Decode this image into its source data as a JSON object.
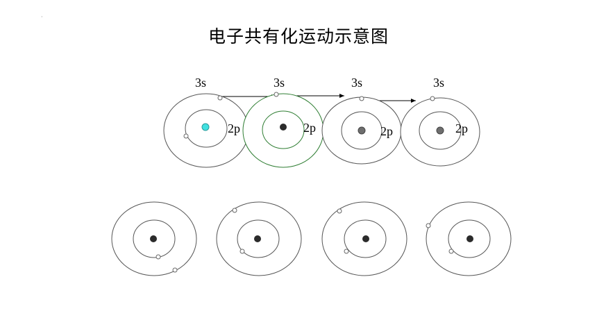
{
  "title": "电子共有化运动示意图",
  "corner_mark": "·",
  "orbital_labels": {
    "outer": "3s",
    "inner": "2p"
  },
  "colors": {
    "ring_stroke": "#555555",
    "ring_highlight": "#2e7d32",
    "nucleus_dark": "#2b2b2b",
    "nucleus_grey": "#6e6e6e",
    "nucleus_cyan": "#40e0e0",
    "electron_fill": "#ffffff",
    "electron_stroke": "#666666",
    "arrow": "#000000"
  },
  "top_row": {
    "atoms": [
      {
        "outer_label": "3s",
        "inner_label": "2p",
        "nucleus": "cyan",
        "highlight": false
      },
      {
        "outer_label": "3s",
        "inner_label": "2p",
        "nucleus": "dark",
        "highlight": true
      },
      {
        "outer_label": "3s",
        "inner_label": "2p",
        "nucleus": "grey",
        "highlight": false
      },
      {
        "outer_label": "3s",
        "inner_label": "2p",
        "nucleus": "grey",
        "highlight": false
      }
    ],
    "arrow_count": 3
  },
  "bottom_row": {
    "atoms": [
      {
        "nucleus": "dark"
      },
      {
        "nucleus": "dark"
      },
      {
        "nucleus": "dark"
      },
      {
        "nucleus": "dark"
      }
    ]
  }
}
